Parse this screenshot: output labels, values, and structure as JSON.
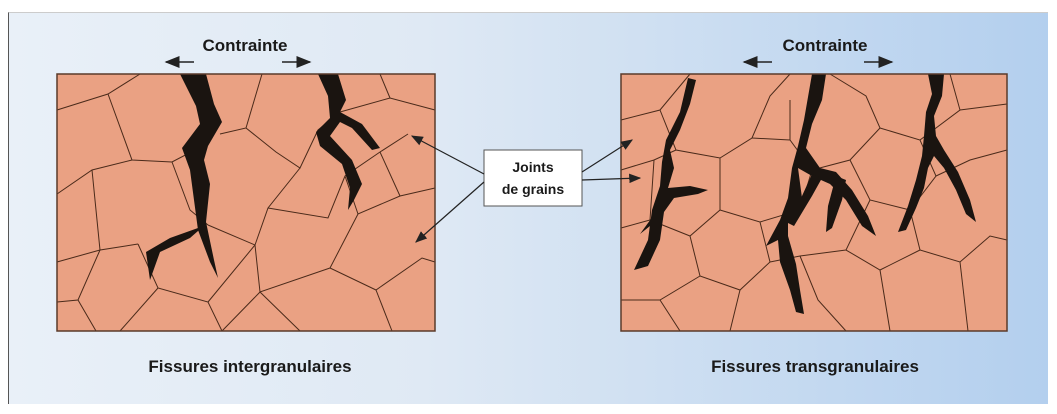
{
  "labels": {
    "stress_left": "Contrainte",
    "stress_right": "Contrainte",
    "grain_boundaries_line1": "Joints",
    "grain_boundaries_line2": "de grains",
    "caption_left": "Fissures intergranulaires",
    "caption_right": "Fissures transgranulaires"
  },
  "colors": {
    "grain": "#eaa183",
    "crack": "#1a1410",
    "background": "#dfe9f4"
  }
}
